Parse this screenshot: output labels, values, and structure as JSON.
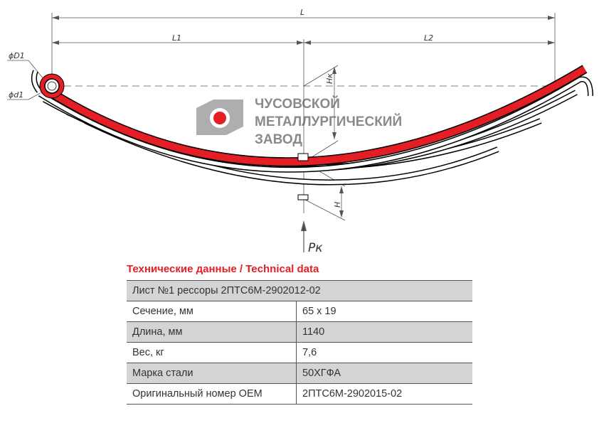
{
  "drawing": {
    "labels": {
      "L": "L",
      "L1": "L1",
      "L2": "L2",
      "D1": "ϕD1",
      "d1": "ϕd1",
      "Hk": "Hк",
      "H": "H",
      "Pk": "Pк"
    },
    "logo": {
      "line1": "ЧУСОВСКОЙ",
      "line2": "МЕТАЛЛУРГИЧЕСКИЙ",
      "line3": "ЗАВОД"
    },
    "colors": {
      "leaf_main": "#e31e24",
      "logo_gray": "#8a8a8a"
    }
  },
  "specs": {
    "title": "Технические данные / Technical data",
    "header": "Лист №1 рессоры 2ПТС6М-2902012-02",
    "rows": [
      {
        "label": "Сечение, мм",
        "value": "65 x 19"
      },
      {
        "label": "Длина, мм",
        "value": "1140"
      },
      {
        "label": "Вес, кг",
        "value": "7,6"
      },
      {
        "label": "Марка стали",
        "value": "50ХГФА"
      },
      {
        "label": "Оригинальный номер OEM",
        "value": "2ПТС6М-2902015-02"
      }
    ]
  }
}
